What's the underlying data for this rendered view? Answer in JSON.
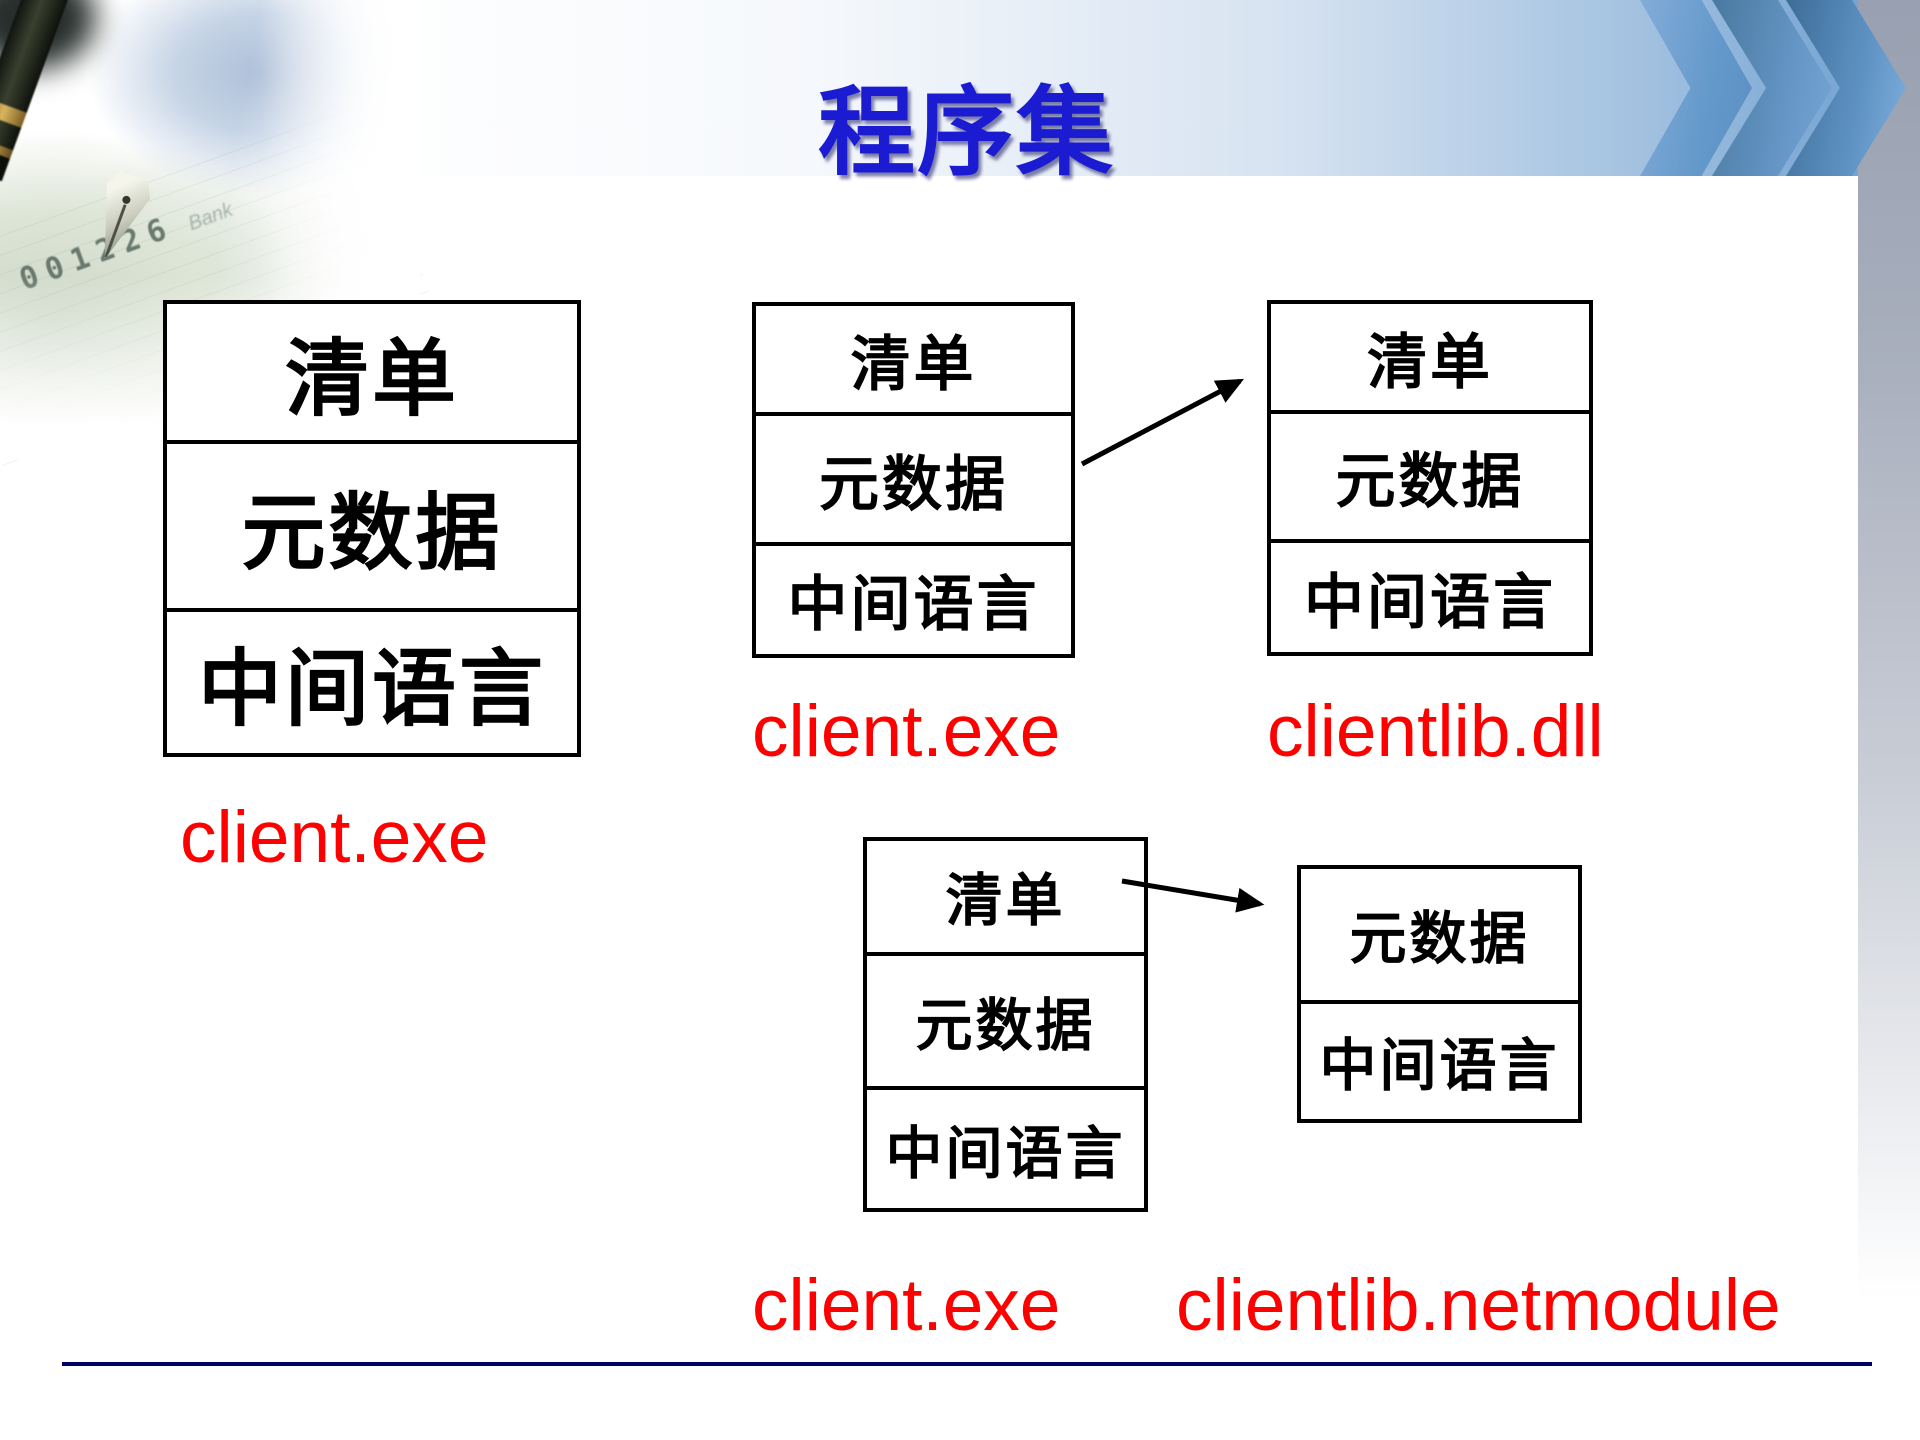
{
  "slide": {
    "title": "程序集"
  },
  "boxes": {
    "left": {
      "cells": [
        "清单",
        "元数据",
        "中间语言"
      ],
      "label": "client.exe"
    },
    "top_middle": {
      "cells": [
        "清单",
        "元数据",
        "中间语言"
      ],
      "label": "client.exe"
    },
    "top_right": {
      "cells": [
        "清单",
        "元数据",
        "中间语言"
      ],
      "label": "clientlib.dll"
    },
    "bottom_middle": {
      "cells": [
        "清单",
        "元数据",
        "中间语言"
      ],
      "label": "client.exe"
    },
    "bottom_right": {
      "cells": [
        "元数据",
        "中间语言"
      ],
      "label": "clientlib.netmodule"
    }
  },
  "photo": {
    "check_digits": "001226",
    "check_text": "Bank"
  },
  "colors": {
    "title": "#1b1bd2",
    "label": "#ff0000",
    "border": "#000000",
    "line": "#000066"
  }
}
